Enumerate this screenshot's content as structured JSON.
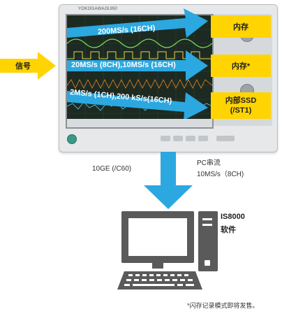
{
  "device": {
    "brand": "YOKOGAWA",
    "model": "DL950"
  },
  "arrows": [
    {
      "label": "200MS/s (16CH)"
    },
    {
      "label": "20MS/s (8CH),10MS/s (16CH)"
    },
    {
      "label": "2MS/s (1CH),200 kS/s(16CH)"
    }
  ],
  "signal_label": "信号",
  "destinations": [
    {
      "line1": "内存",
      "line2": ""
    },
    {
      "line1": "内存*",
      "line2": ""
    },
    {
      "line1": "内部SSD",
      "line2": "(/ST1)"
    }
  ],
  "connection": {
    "left_label": "10GE (/C60)",
    "right_line1": "PC串流",
    "right_line2": "10MS/s（8CH)"
  },
  "software": {
    "line1": "IS8000",
    "line2": "软件"
  },
  "footnote": "*闪存记录模式即将发售。",
  "colors": {
    "cyan_arrow": "#2ba8e0",
    "yellow": "#ffd400",
    "pc_gray": "#5a5a5a",
    "screen_bg": "#1c2a22"
  }
}
